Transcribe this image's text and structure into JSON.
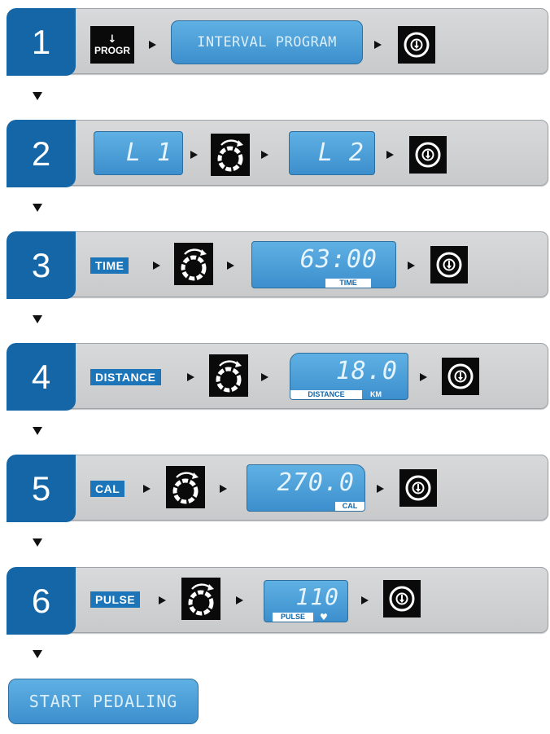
{
  "steps": [
    {
      "number": "1",
      "progr_label": "PROGR",
      "display": "INTERVAL PROGRAM"
    },
    {
      "number": "2",
      "display_a": "L 1",
      "display_b": "L 2"
    },
    {
      "number": "3",
      "tag": "TIME",
      "display": "63:00",
      "display_sub": "TIME"
    },
    {
      "number": "4",
      "tag": "DISTANCE",
      "display": "18.0",
      "display_sub": "DISTANCE",
      "display_unit": "KM"
    },
    {
      "number": "5",
      "tag": "CAL",
      "display": "270.0",
      "display_sub": "CAL"
    },
    {
      "number": "6",
      "tag": "PULSE",
      "display": "110",
      "display_sub": "PULSE"
    }
  ],
  "start": "START PEDALING",
  "colors": {
    "accent": "#1566a7",
    "lcd": "#4ba0da",
    "panel": "#d2d3d4"
  }
}
